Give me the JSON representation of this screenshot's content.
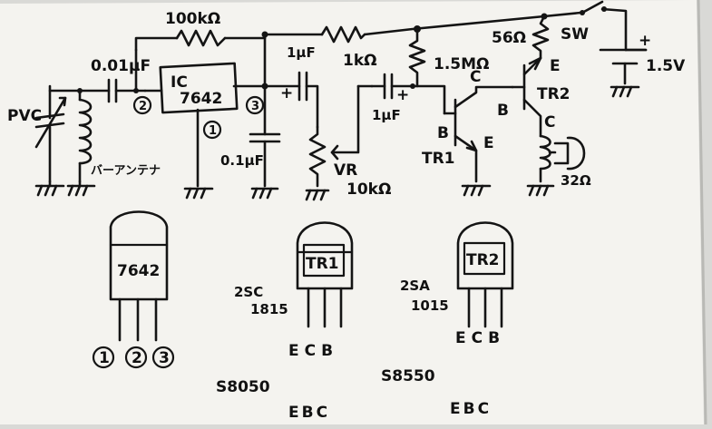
{
  "schematic": {
    "r_feedback": "100kΩ",
    "c_input": "0.01μF",
    "ic_label": "IC",
    "ic_part": "7642",
    "pin1": "1",
    "pin2": "2",
    "pin3": "3",
    "pvc": "PVC",
    "antenna": "バーアンテナ",
    "c_bypass": "0.1μF",
    "c_couple1": "1μF",
    "c_couple2": "1μF",
    "r_base": "1kΩ",
    "r_bias": "1.5MΩ",
    "vr": "VR",
    "vr_value": "10kΩ",
    "r_emitter": "56Ω",
    "tr1": "TR1",
    "tr2": "TR2",
    "sw": "SW",
    "battery": "1.5V",
    "plus": "+",
    "speaker": "32Ω",
    "pin_b": "B",
    "pin_c": "C",
    "pin_e": "E"
  },
  "packages": {
    "ic": {
      "label": "7642",
      "pins": [
        "1",
        "2",
        "3"
      ]
    },
    "tr1": {
      "label": "TR1",
      "part1": "2SC",
      "part2": "1815",
      "pins": "ECB"
    },
    "tr2": {
      "label": "TR2",
      "part1": "2SA",
      "part2": "1015",
      "pins": "ECB"
    }
  },
  "alternates": {
    "alt1_part": "S8050",
    "alt1_pins": "EBC",
    "alt2_part": "S8550",
    "alt2_pins": "EBC"
  },
  "colors": {
    "paper": "#f4f3ef",
    "ink": "#141414",
    "background": "#d9d9d6"
  }
}
